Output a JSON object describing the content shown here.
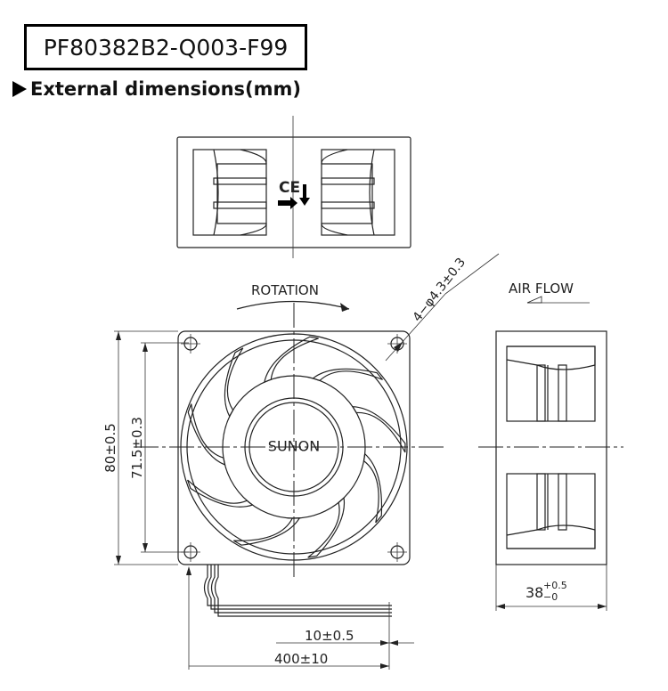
{
  "title": "PF80382B2-Q003-F99",
  "heading": "External dimensions(mm)",
  "drawing": {
    "top_view": {
      "ce_mark": "CE"
    },
    "front_view": {
      "rotation_label": "ROTATION",
      "hole_spec": "4−φ4.3±0.3",
      "brand": "SUNON",
      "outer_dim": "80±0.5",
      "hole_pitch_dim": "71.5±0.3",
      "blade_count": 9
    },
    "side_view": {
      "airflow_label": "AIR FLOW",
      "depth_dim": "38",
      "depth_tol_upper": "+0.5",
      "depth_tol_lower": "−0"
    },
    "lead": {
      "strip_dim": "10±0.5",
      "length_dim": "400±10"
    }
  }
}
